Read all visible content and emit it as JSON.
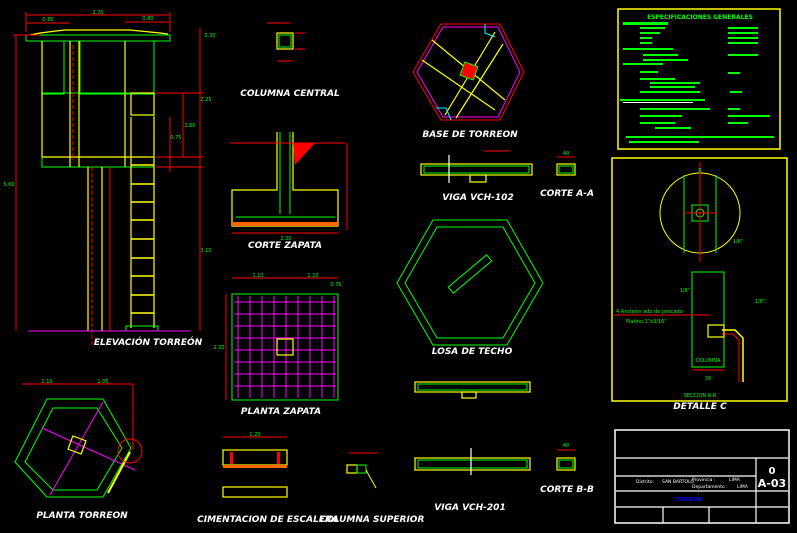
{
  "titles": {
    "elevacion": "ELEVACIÓN TORREÓN",
    "columna_central": "COLUMNA CENTRAL",
    "corte_zapata": "CORTE ZAPATA",
    "planta_zapata": "PLANTA ZAPATA",
    "base_torreon": "BASE DE TORREON",
    "viga_102": "VIGA VCH-102",
    "corte_aa": "CORTE A-A",
    "losa_techo": "LOSA DE TECHO",
    "viga_201": "VIGA VCH-201",
    "corte_bb": "CORTE B-B",
    "detalle_c": "DETALLE C",
    "planta_torreon": "PLANTA TORREON",
    "cimentacion": "CIMENTACION DE ESCALERA",
    "columna_superior": "COLUMNA SUPERIOR",
    "seccion": "SECCION R-R"
  },
  "dims": {
    "total_width": "2.70",
    "left_width": "0.80",
    "right_width": "0.80",
    "top": "0.30",
    "h1": "2.25",
    "h2": "1.60",
    "h3": "0.75",
    "total_height": "5.60",
    "ladder_h": "3.10",
    "zap_w1": "1.10",
    "zap_w2": "1.10",
    "zap_h": "2.20",
    "zap_edge": "0.75",
    "pt_w1": "1.10",
    "pt_w2": "1.05",
    "col_dim": "30",
    "corte_w": "2.20",
    "esc_w": "1.20",
    "aa_w": "40",
    "bb_w": "40"
  },
  "detail": {
    "note1": "4 Anclajes ado de pescado",
    "note2": "Platino 1\"x3/16\"",
    "weld1": "1/8\"",
    "weld2": "1/8\"",
    "weld3": "1/8\"",
    "columna": "COLUMNA",
    "r": "R"
  },
  "specs": {
    "title": "ESPECIFICACIONES GENERALES"
  },
  "title_block": {
    "distrito_label": "Distrito:",
    "distrito": "SAN BARTOLO",
    "provincia_label": "Provincia :",
    "provincia": "LIMA",
    "departamento_label": "Departamento :",
    "departamento": "LIMA",
    "project": "TORREON",
    "sheet_num": "0",
    "sheet": "A-03"
  },
  "colors": {
    "bg": "#000000",
    "red": "#ff0000",
    "yellow": "#ffff00",
    "green": "#00ff00",
    "magenta": "#ff00ff",
    "cyan": "#00ffff",
    "blue": "#0000ff"
  }
}
